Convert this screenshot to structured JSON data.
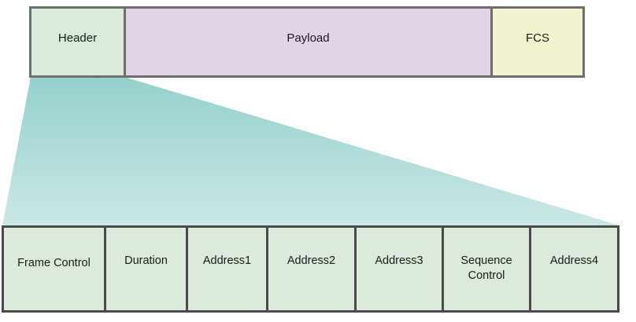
{
  "frame": {
    "fields": [
      {
        "label": "Header",
        "color": "#daeadb"
      },
      {
        "label": "Payload",
        "color": "#e0d4e6"
      },
      {
        "label": "FCS",
        "color": "#f3f3d2"
      }
    ]
  },
  "header_breakdown": {
    "fields": [
      {
        "label": "Frame Control"
      },
      {
        "label": "Duration"
      },
      {
        "label": "Address1"
      },
      {
        "label": "Address2"
      },
      {
        "label": "Address3"
      },
      {
        "label": "Sequence Control"
      },
      {
        "label": "Address4"
      }
    ],
    "color": "#dbeadb"
  },
  "zoom_wedge": {
    "color_top": "#94d0cc",
    "color_bottom": "#cbe7e5"
  }
}
